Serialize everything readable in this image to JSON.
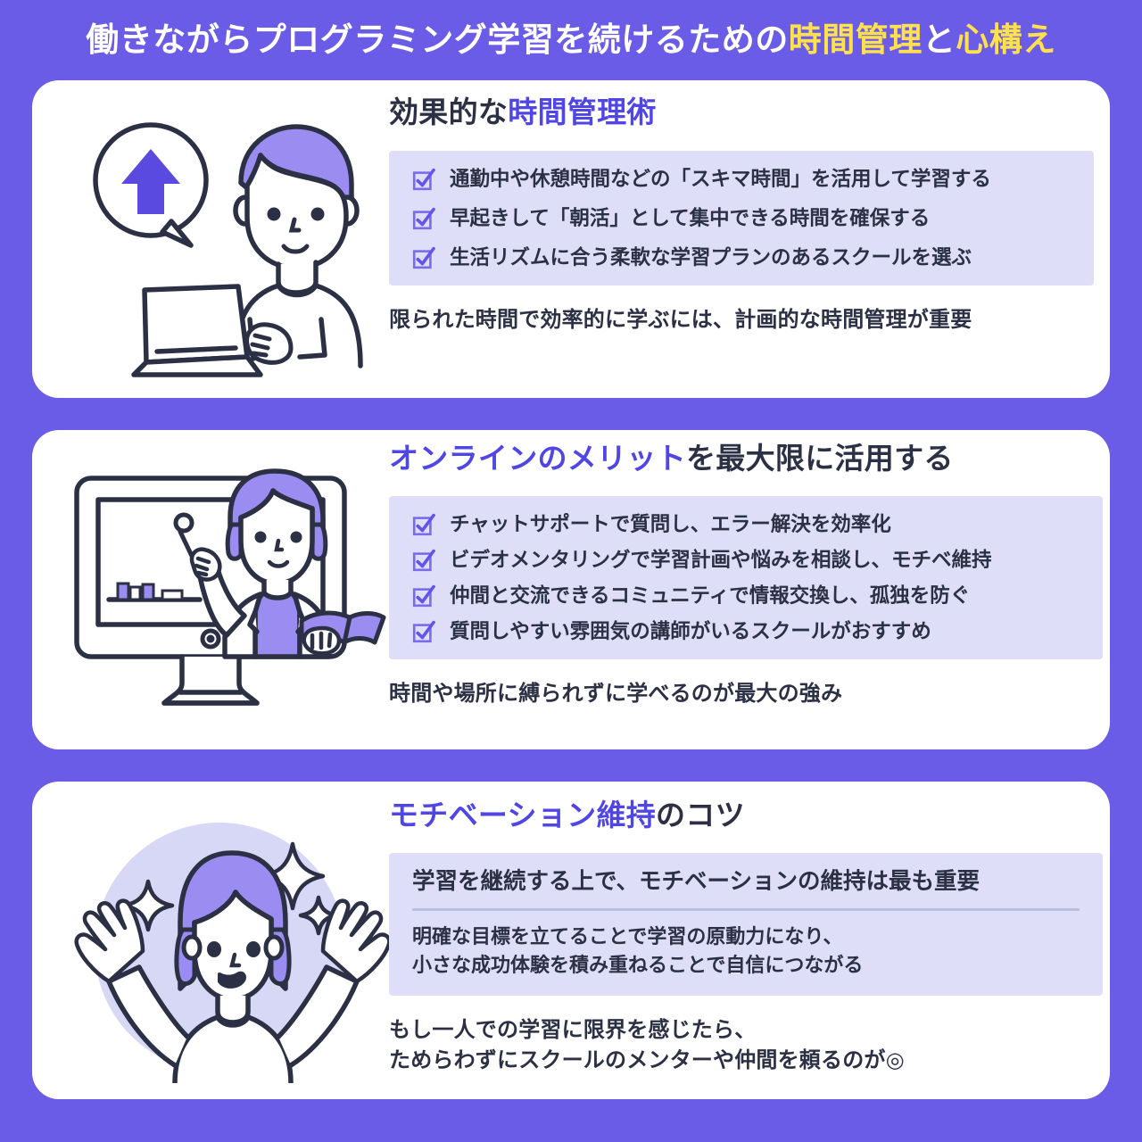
{
  "colors": {
    "background": "#6B5CE7",
    "card": "#FFFFFF",
    "accent_purple": "#4F46E5",
    "title_highlight": "#FFE14D",
    "list_box": "#DEDEF8",
    "ink": "#2B3045",
    "hair_purple": "#9A8CF0",
    "circle_bg": "#D6D8F5"
  },
  "title": {
    "part1": "働きながらプログラミング学習を続けるための",
    "highlight1": "時間管理",
    "part2": "と",
    "highlight2": "心構え"
  },
  "sections": [
    {
      "illustration": "person-at-laptop-illustration",
      "heading_plain": "効果的な",
      "heading_accent": "時間管理術",
      "items": [
        "通勤中や休憩時間などの「スキマ時間」を活用して学習する",
        "早起きして「朝活」として集中できる時間を確保する",
        "生活リズムに合う柔軟な学習プランのあるスクールを選ぶ"
      ],
      "caption": "限られた時間で効率的に学ぶには、計画的な時間管理が重要"
    },
    {
      "illustration": "online-teacher-monitor-illustration",
      "heading_accent": "オンラインのメリット",
      "heading_plain": "を最大限に活用する",
      "items": [
        "チャットサポートで質問し、エラー解決を効率化",
        "ビデオメンタリングで学習計画や悩みを相談し、モチベ維持",
        "仲間と交流できるコミュニティで情報交換し、孤独を防ぐ",
        "質問しやすい雰囲気の講師がいるスクールがおすすめ"
      ],
      "caption": "時間や場所に縛られずに学べるのが最大の強み"
    },
    {
      "illustration": "cheering-person-illustration",
      "heading_accent": "モチベーション維持",
      "heading_plain": "のコツ",
      "panel_head": "学習を継続する上で、モチベーションの維持は最も重要",
      "panel_lines": [
        "明確な目標を立てることで学習の原動力になり、",
        "小さな成功体験を積み重ねることで自信につながる"
      ],
      "caption_lines": [
        "もし一人での学習に限界を感じたら、",
        "ためらわずにスクールのメンターや仲間を頼るのが◎"
      ]
    }
  ],
  "icons": {
    "checkbox": "checkbox-checked-icon",
    "arrow_up": "arrow-up-icon",
    "sparkle": "sparkle-icon"
  }
}
